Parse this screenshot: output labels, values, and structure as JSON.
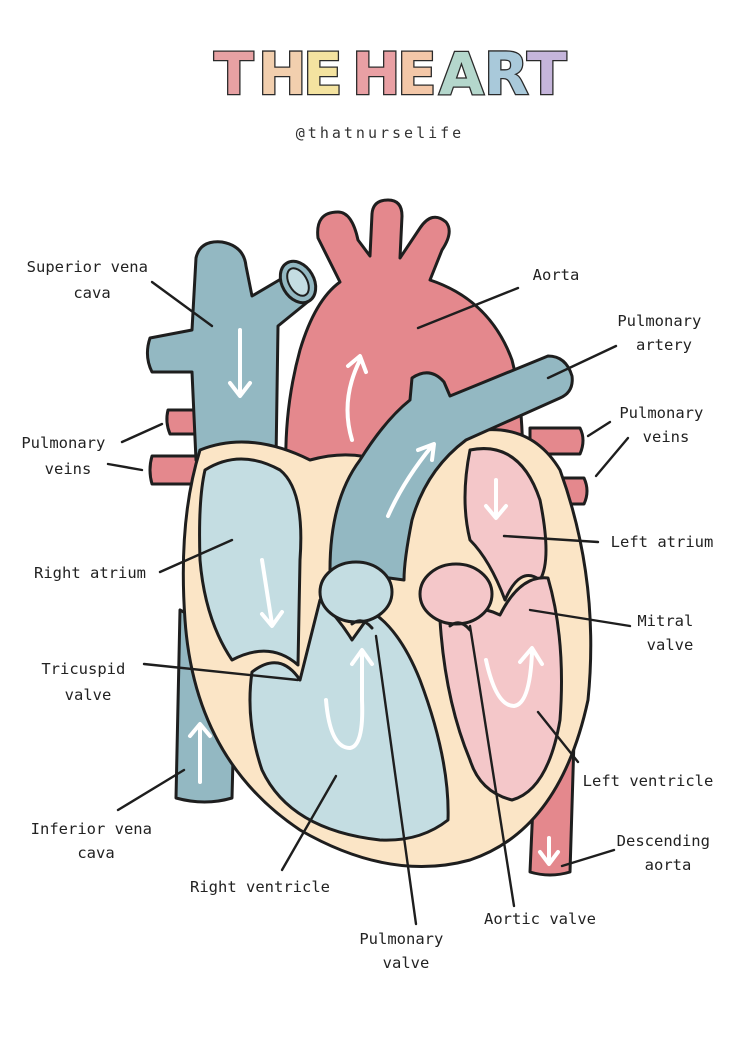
{
  "title": {
    "letters": [
      "T",
      "H",
      "E",
      "H",
      "E",
      "A",
      "R",
      "T"
    ],
    "colors": [
      "#e7a1a3",
      "#f2cfae",
      "#f4e3a0",
      "#e9a0a4",
      "#f3c7a8",
      "#b4d7cc",
      "#a9c9da",
      "#c5b5db"
    ]
  },
  "handle": "@thatnurselife",
  "labels": {
    "superior_vena_cava": [
      "Superior vena",
      "cava"
    ],
    "aorta": [
      "Aorta"
    ],
    "pulmonary_artery": [
      "Pulmonary",
      "artery"
    ],
    "pulmonary_veins_left": [
      "Pulmonary",
      "veins"
    ],
    "pulmonary_veins_right": [
      "Pulmonary",
      "veins"
    ],
    "right_atrium": [
      "Right atrium"
    ],
    "left_atrium": [
      "Left atrium"
    ],
    "tricuspid_valve": [
      "Tricuspid",
      "valve"
    ],
    "mitral_valve": [
      "Mitral",
      "valve"
    ],
    "left_ventricle": [
      "Left ventricle"
    ],
    "inferior_vena_cava": [
      "Inferior vena",
      "cava"
    ],
    "descending_aorta": [
      "Descending",
      "aorta"
    ],
    "right_ventricle": [
      "Right ventricle"
    ],
    "aortic_valve": [
      "Aortic valve"
    ],
    "pulmonary_valve": [
      "Pulmonary",
      "valve"
    ]
  },
  "colors": {
    "deoxygenated": "#93b8c2",
    "deoxygenated_chamber": "#c4dde2",
    "oxygenated": "#e4888d",
    "oxygenated_chamber": "#f4c7c9",
    "wall": "#fbe5c6",
    "outline": "#1e1e1e"
  }
}
